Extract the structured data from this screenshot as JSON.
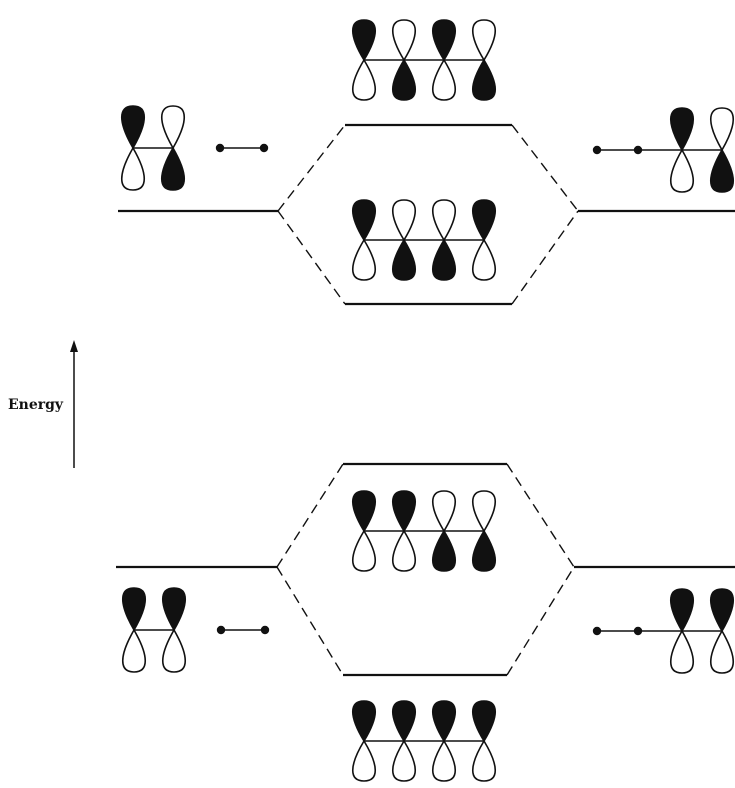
{
  "labels": {
    "axis": "Energy"
  },
  "colors": {
    "ink": "#111111",
    "background": "#ffffff"
  },
  "orbital_sets": {
    "fragment_upper_left": [
      "up",
      "down"
    ],
    "fragment_upper_right": [
      "up",
      "down"
    ],
    "mo_upper_top": [
      "up",
      "down",
      "up",
      "down"
    ],
    "mo_upper_bottom": [
      "up",
      "down",
      "down",
      "up"
    ],
    "fragment_lower_left": [
      "up",
      "up"
    ],
    "fragment_lower_right": [
      "up",
      "up"
    ],
    "mo_lower_top": [
      "up",
      "up",
      "down",
      "down"
    ],
    "mo_lower_bottom": [
      "up",
      "up",
      "up",
      "up"
    ]
  }
}
